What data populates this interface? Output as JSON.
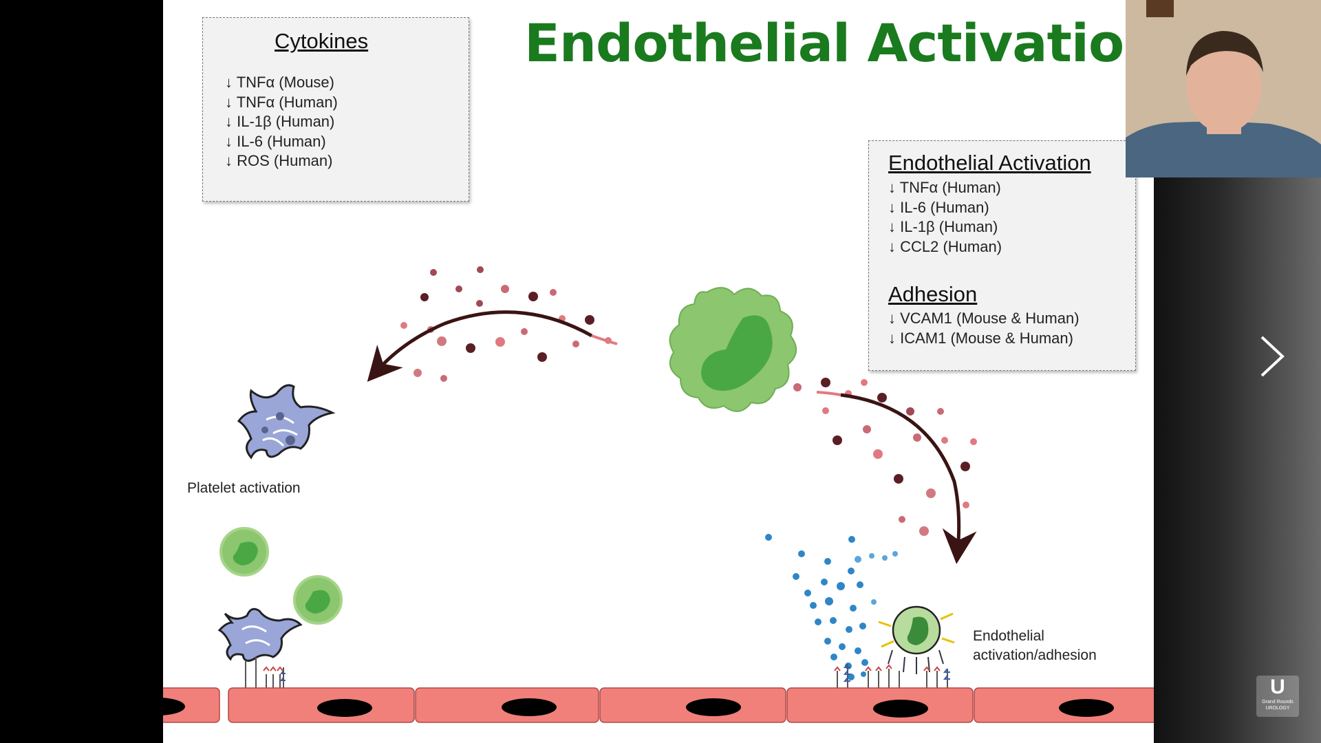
{
  "title": "Endothelial Activation",
  "cytokines_box": {
    "heading": "Cytokines",
    "items": [
      "↓ TNFα  (Mouse)",
      "↓ TNFα  (Human)",
      "↓ IL-1β (Human)",
      "↓ IL-6  (Human)",
      "↓ ROS  (Human)"
    ]
  },
  "endothelial_box": {
    "heading": "Endothelial Activation",
    "items": [
      "↓ TNFα  (Human)",
      "↓ IL-6 (Human)",
      "↓ IL-1β (Human)",
      "↓ CCL2 (Human)"
    ],
    "adhesion_heading": "Adhesion",
    "adhesion_items": [
      "↓ VCAM1  (Mouse  &  Human)",
      "↓ ICAM1  (Mouse  &  Human)"
    ]
  },
  "labels": {
    "platelet": "Platelet  activation",
    "endothelial_line1": "Endothelial",
    "endothelial_line2": "activation/adhesion"
  },
  "logo": {
    "text": "U",
    "line1": "Grand Rounds",
    "line2": "UROLOGY"
  },
  "colors": {
    "title_green": "#1a7a1e",
    "cell_green": "#8cc66e",
    "nucleus_green": "#4aa844",
    "endothelium_pink": "#f08079",
    "arrow_dark": "#3a1414",
    "platelet_blue": "#9aa6d8",
    "droplet_blue": "#2f86c6"
  },
  "icons": [
    "next-arrow-icon",
    "leukocyte-icon",
    "platelet-icon",
    "endothelial-cell-icon",
    "adhesion-receptor-icon"
  ]
}
